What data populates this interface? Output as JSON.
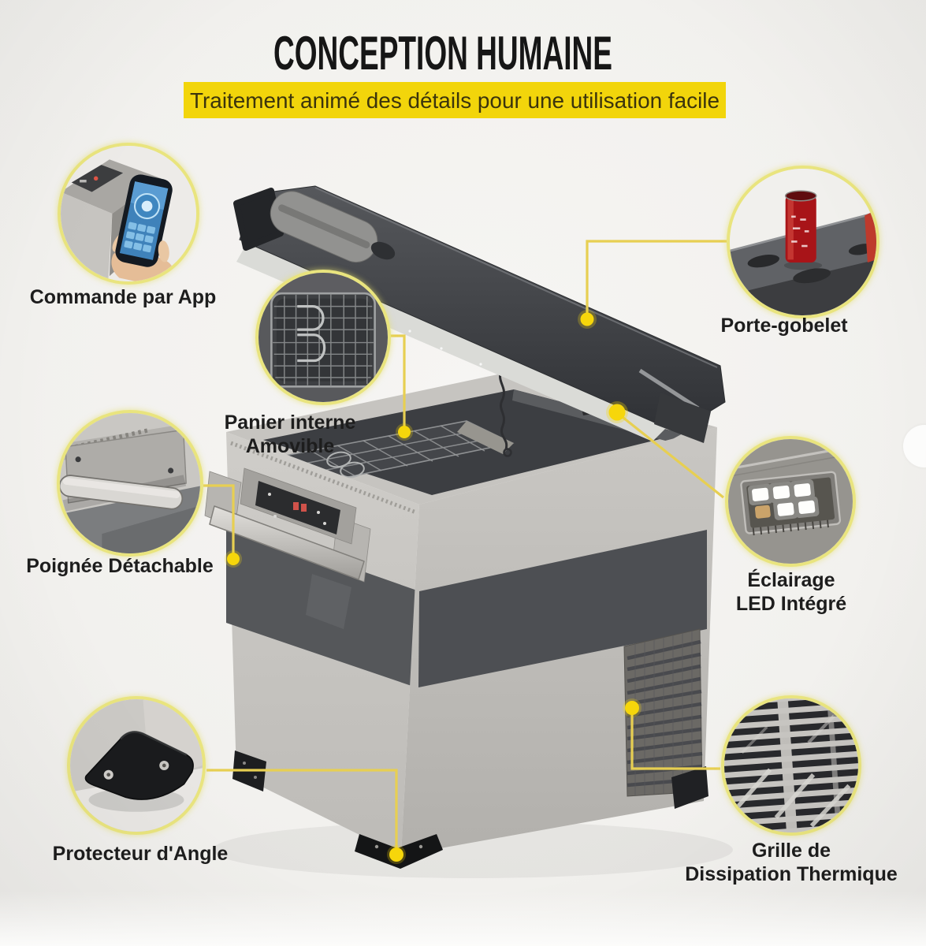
{
  "header": {
    "title": "CONCEPTION HUMAINE",
    "banner": {
      "text": "Traitement animé des détails pour une utilisation facile",
      "background_color": "#F2D50B",
      "text_color": "#3B340D"
    }
  },
  "colors": {
    "page_background": "#F3F2EF",
    "callout_ring": "#E9E47E",
    "connector_line": "#E7CF52",
    "connector_dot": "#F6D60B",
    "label_text": "#1D1D1D",
    "title_text": "#161616"
  },
  "callouts": [
    {
      "id": "app-control",
      "icon": "smartphone-app-icon",
      "label_lines": [
        "Commande par App"
      ]
    },
    {
      "id": "cup-holder",
      "icon": "can-in-cup-holder-icon",
      "label_lines": [
        "Porte-gobelet"
      ]
    },
    {
      "id": "internal-basket",
      "icon": "wire-basket-icon",
      "label_lines": [
        "Panier interne",
        "Amovible"
      ]
    },
    {
      "id": "detachable-handle",
      "icon": "handle-icon",
      "label_lines": [
        "Poignée Détachable"
      ]
    },
    {
      "id": "led-light",
      "icon": "led-panel-icon",
      "label_lines": [
        "Éclairage",
        "LED Intégré"
      ]
    },
    {
      "id": "corner-protector",
      "icon": "corner-guard-icon",
      "label_lines": [
        "Protecteur d'Angle"
      ]
    },
    {
      "id": "heat-grille",
      "icon": "vent-grille-icon",
      "label_lines": [
        "Grille de",
        "Dissipation Thermique"
      ]
    }
  ]
}
